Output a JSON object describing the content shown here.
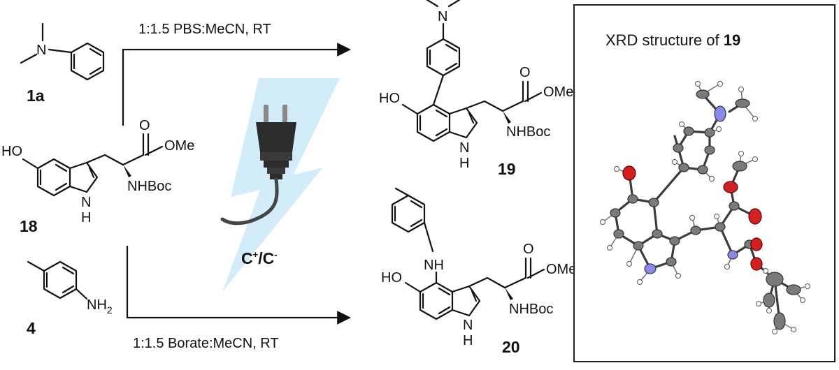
{
  "scheme": {
    "reagent_top_id": "1a",
    "reagent_bottom_id": "4",
    "substrate_id": "18",
    "product_top_id": "19",
    "product_bottom_id": "20",
    "condition_top": "1:1.5 PBS:MeCN, RT",
    "condition_bottom": "1:1.5 Borate:MeCN, RT",
    "electrodes": {
      "plus": "C",
      "plus_sup": "+",
      "slash": "/",
      "minus": "C",
      "minus_sup": "-"
    },
    "atom_labels": {
      "ho": "HO",
      "ome": "OMe",
      "nhboc": "NHBoc",
      "o": "O",
      "nh": "NH",
      "n": "N",
      "h": "H",
      "nh2_main": "NH",
      "nh2_sub": "2"
    }
  },
  "xrd": {
    "title_text": "XRD structure of ",
    "title_compound": "19",
    "atom_colors": {
      "carbon": "#7a7a7a",
      "oxygen": "#d42020",
      "nitrogen": "#8a8ae0",
      "hydrogen": "#ffffff"
    }
  },
  "colors": {
    "flash": "#d3ecfa",
    "plug": "#2c2c2c",
    "cord": "#444444"
  }
}
